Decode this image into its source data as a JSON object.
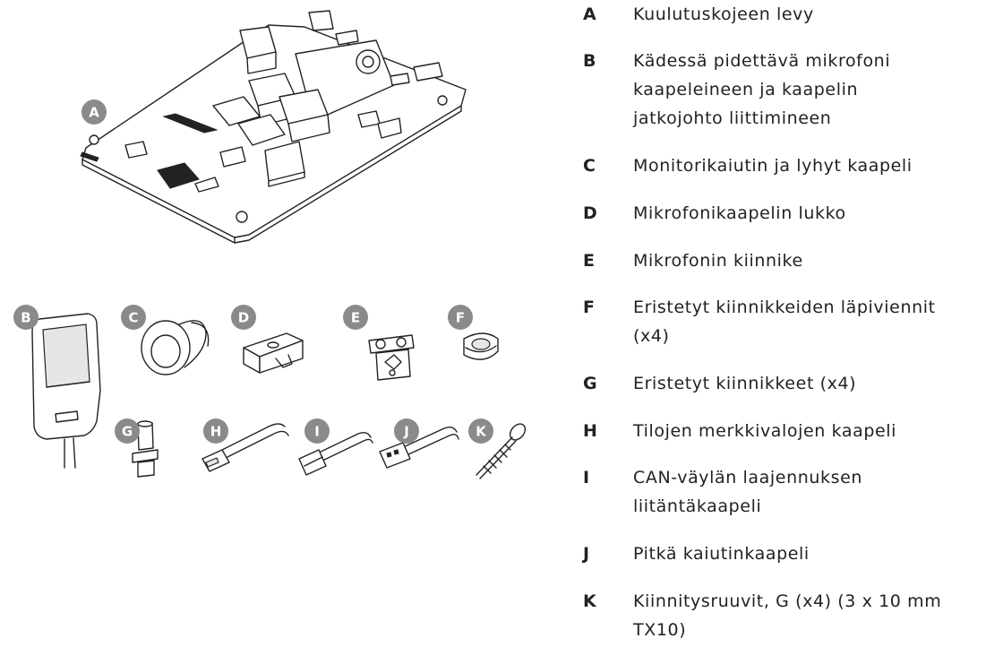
{
  "figure": {
    "callouts": [
      "A",
      "B",
      "C",
      "D",
      "E",
      "F",
      "G",
      "H",
      "I",
      "J",
      "K"
    ]
  },
  "legend": [
    {
      "key": "A",
      "lines": [
        "Kuulutuskojeen levy"
      ]
    },
    {
      "key": "B",
      "lines": [
        "Kädessä pidettävä mikrofoni",
        "kaapeleineen ja kaapelin",
        "jatkojohto liittimineen"
      ]
    },
    {
      "key": "C",
      "lines": [
        "Monitorikaiutin ja lyhyt kaapeli"
      ]
    },
    {
      "key": "D",
      "lines": [
        "Mikrofonikaapelin lukko"
      ]
    },
    {
      "key": "E",
      "lines": [
        "Mikrofonin kiinnike"
      ]
    },
    {
      "key": "F",
      "lines": [
        "Eristetyt kiinnikkeiden läpiviennit",
        "(x4)"
      ]
    },
    {
      "key": "G",
      "lines": [
        "Eristetyt kiinnikkeet (x4)"
      ]
    },
    {
      "key": "H",
      "lines": [
        "Tilojen merkkivalojen kaapeli"
      ]
    },
    {
      "key": "I",
      "lines": [
        "CAN-väylän laajennuksen",
        "liitäntäkaapeli"
      ]
    },
    {
      "key": "J",
      "lines": [
        "Pitkä kaiutinkaapeli"
      ]
    },
    {
      "key": "K",
      "lines": [
        "Kiinnitysruuvit, G (x4) (3 x 10 mm",
        "TX10)"
      ]
    }
  ]
}
